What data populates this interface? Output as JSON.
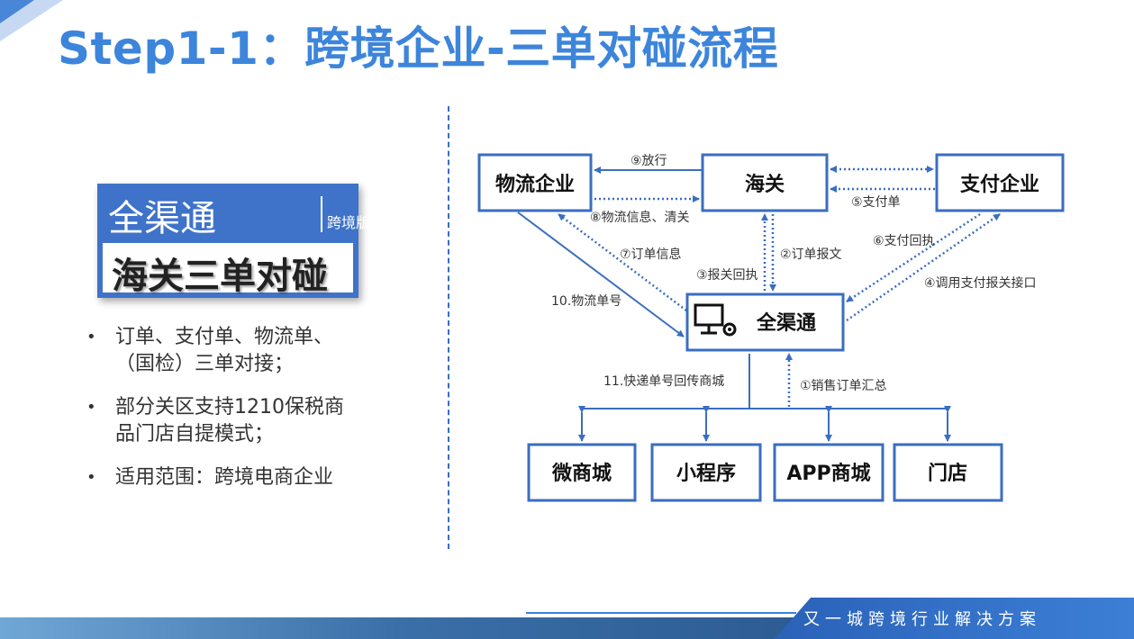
{
  "header": {
    "title": "Step1-1：跨境企业-三单对碰流程"
  },
  "logo": {
    "brand": "全渠通",
    "subtitle": "跨境版ERP系统",
    "tagline": "海关三单对碰"
  },
  "bullets": [
    {
      "line1": "订单、支付单、物流单、",
      "line2": "（国检）三单对接；"
    },
    {
      "line1": "部分关区支持1210保税商",
      "line2": "品门店自提模式；"
    },
    {
      "line1": "适用范围：跨境电商企业",
      "line2": ""
    }
  ],
  "diagram": {
    "nodes": {
      "logistics": "物流企业",
      "customs": "海关",
      "payment": "支付企业",
      "center": "全渠通",
      "weishop": "微商城",
      "miniapp": "小程序",
      "appshop": "APP商城",
      "store": "门店"
    },
    "edges": {
      "e9": "⑨放行",
      "e8": "⑧物流信息、清关",
      "e5": "⑤支付单",
      "e7": "⑦订单信息",
      "e2": "②订单报文",
      "e3": "③报关回执",
      "e6": "⑥支付回执",
      "e4": "④调用支付报关接口",
      "e10": "10.物流单号",
      "e11": "11.快递单号回传商城",
      "e1": "①销售订单汇总"
    }
  },
  "footer": {
    "slogan": "又一城跨境行业解决方案"
  },
  "colors": {
    "accent": "#3d85db",
    "box_border": "#3a6ec0"
  }
}
